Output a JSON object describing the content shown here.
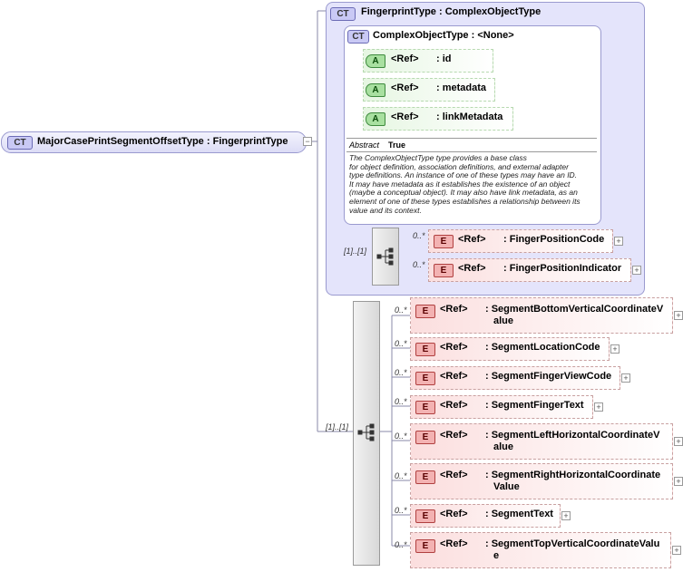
{
  "root": {
    "badge": "CT",
    "name": "MajorCasePrintSegmentOffsetType",
    "type_sep": ":",
    "type": "FingerprintType"
  },
  "base": {
    "badge": "CT",
    "name": "FingerprintType",
    "type_sep": ":",
    "type": "ComplexObjectType"
  },
  "inner": {
    "badge": "CT",
    "name": "ComplexObjectType",
    "type_sep": ":",
    "type": "<None>",
    "attributes": [
      {
        "badge": "A",
        "ref": "<Ref>",
        "name": ": id"
      },
      {
        "badge": "A",
        "ref": "<Ref>",
        "name": ": metadata"
      },
      {
        "badge": "A",
        "ref": "<Ref>",
        "name": ": linkMetadata"
      }
    ],
    "abstract_label": "Abstract",
    "abstract_value": "True",
    "doc_lines": [
      "The ComplexObjectType type provides a base class",
      "for object definition, association definitions, and external adapter",
      "type definitions. An instance of one of these types may have an ID.",
      "It may have metadata as it establishes the existence of an object",
      "(maybe a conceptual object). It may also have link metadata, as an",
      "element of one of these types establishes a relationship between its",
      "value and its context."
    ]
  },
  "base_sequence": {
    "multiplicity": "[1]..[1]",
    "elements": [
      {
        "badge": "E",
        "mult": "0..*",
        "ref": "<Ref>",
        "name": ": FingerPositionCode"
      },
      {
        "badge": "E",
        "mult": "0..*",
        "ref": "<Ref>",
        "name": ": FingerPositionIndicator"
      }
    ]
  },
  "main_sequence": {
    "multiplicity": "[1]..[1]",
    "elements": [
      {
        "badge": "E",
        "mult": "0..*",
        "ref": "<Ref>",
        "name": [
          ": SegmentBottomVerticalCoordinateV",
          "alue"
        ]
      },
      {
        "badge": "E",
        "mult": "0..*",
        "ref": "<Ref>",
        "name": [
          ": SegmentLocationCode"
        ]
      },
      {
        "badge": "E",
        "mult": "0..*",
        "ref": "<Ref>",
        "name": [
          ": SegmentFingerViewCode"
        ]
      },
      {
        "badge": "E",
        "mult": "0..*",
        "ref": "<Ref>",
        "name": [
          ": SegmentFingerText"
        ]
      },
      {
        "badge": "E",
        "mult": "0..*",
        "ref": "<Ref>",
        "name": [
          ": SegmentLeftHorizontalCoordinateV",
          "alue"
        ]
      },
      {
        "badge": "E",
        "mult": "0..*",
        "ref": "<Ref>",
        "name": [
          ": SegmentRightHorizontalCoordinate",
          "Value"
        ]
      },
      {
        "badge": "E",
        "mult": "0..*",
        "ref": "<Ref>",
        "name": [
          ": SegmentText"
        ]
      },
      {
        "badge": "E",
        "mult": "0..*",
        "ref": "<Ref>",
        "name": [
          ": SegmentTopVerticalCoordinateValu",
          "e"
        ]
      }
    ]
  },
  "colors": {
    "ct_fill": "#e4e4fb",
    "ct_border": "#9a9acf",
    "attr": "#e6f6e2",
    "element": "#fbdede"
  }
}
